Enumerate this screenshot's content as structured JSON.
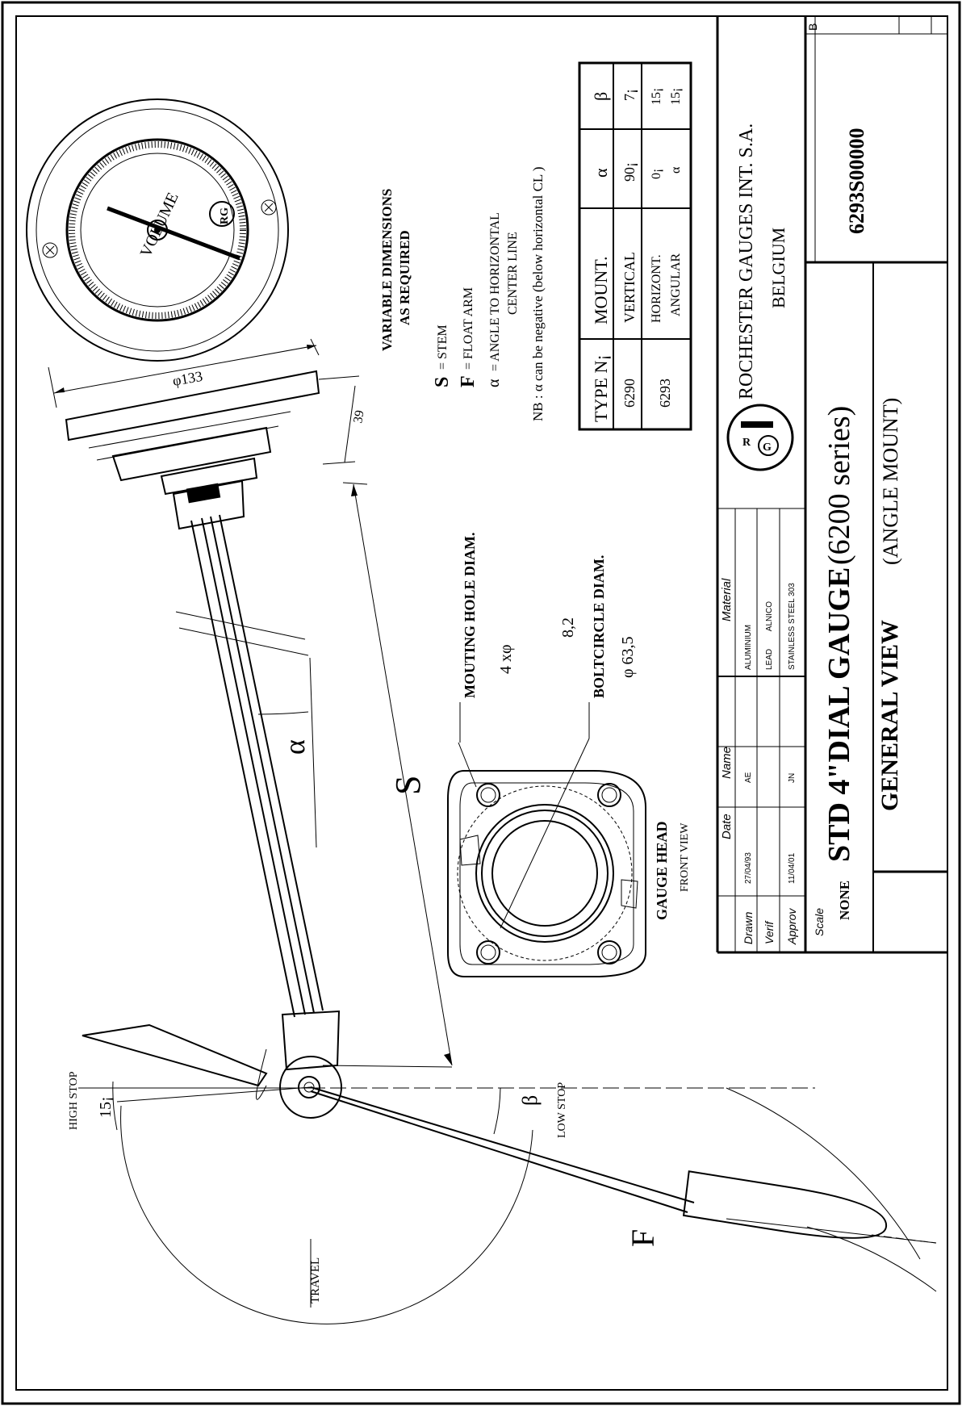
{
  "gauge_face": {
    "label": "VOLUME",
    "logo": "RG"
  },
  "dims": {
    "diameter": "φ133",
    "height": "39",
    "stem_symbol": "S",
    "alpha_symbol": "α",
    "float_symbol": "F"
  },
  "angles": {
    "high_stop_value": "15¡",
    "high_stop_label": "HIGH STOP",
    "low_stop_symbol": "β",
    "low_stop_label": "LOW STOP",
    "travel_label": "TRAVEL"
  },
  "gauge_head": {
    "title": "GAUGE HEAD",
    "subtitle": "FRONT VIEW",
    "mounting_hole_label": "MOUTING HOLE DIAM.",
    "mounting_hole_value": "4 xφ",
    "mounting_hole_dim": "8,2",
    "boltcircle_label": "BOLTCIRCLE DIAM.",
    "boltcircle_value": "φ 63,5"
  },
  "notes": {
    "variable_line1": "VARIABLE DIMENSIONS",
    "variable_line2": "AS REQUIRED",
    "s_symbol": "S",
    "s_def": "= STEM",
    "f_symbol": "F",
    "f_def": "= FLOAT  ARM",
    "alpha_symbol": "α",
    "alpha_def1": "= ANGLE TO HORIZONTAL",
    "alpha_def2": "CENTER LINE",
    "nb": "NB : α can be negative (below horizontal CL )"
  },
  "type_table": {
    "headers": [
      "TYPE N¡",
      "MOUNT.",
      "α",
      "β"
    ],
    "rows": [
      {
        "type": "6290",
        "mount": [
          "VERTICAL"
        ],
        "alpha": [
          "90¡"
        ],
        "beta": [
          "7¡"
        ]
      },
      {
        "type": "6293",
        "mount": [
          "HORIZONT.",
          "ANGULAR"
        ],
        "alpha": [
          "0¡",
          "α"
        ],
        "beta": [
          "15¡",
          "15¡"
        ]
      }
    ]
  },
  "title_block": {
    "col_headers": [
      "Date",
      "Name",
      "Material"
    ],
    "rows": [
      {
        "label": "Drawn",
        "date": "27/04/93",
        "name": "AE",
        "material": "ALUMINIUM"
      },
      {
        "label": "Verif",
        "date": "",
        "name": "",
        "material": "LEAD        ALNICO"
      },
      {
        "label": "Approv",
        "date": "11/04/01",
        "name": "JN",
        "material": "STAINLESS STEEL  303"
      }
    ],
    "scale_label": "Scale",
    "scale_value": "NONE",
    "company_line1": "ROCHESTER GAUGES INT.  S.A.",
    "company_line2": "BELGIUM",
    "title_main": "STD 4\"DIAL GAUGE",
    "title_series": "(6200 series)",
    "subtitle_main": "GENERAL VIEW",
    "subtitle_mount": "(ANGLE MOUNT)",
    "drawing_number": "6293S00000",
    "revision": "B"
  }
}
